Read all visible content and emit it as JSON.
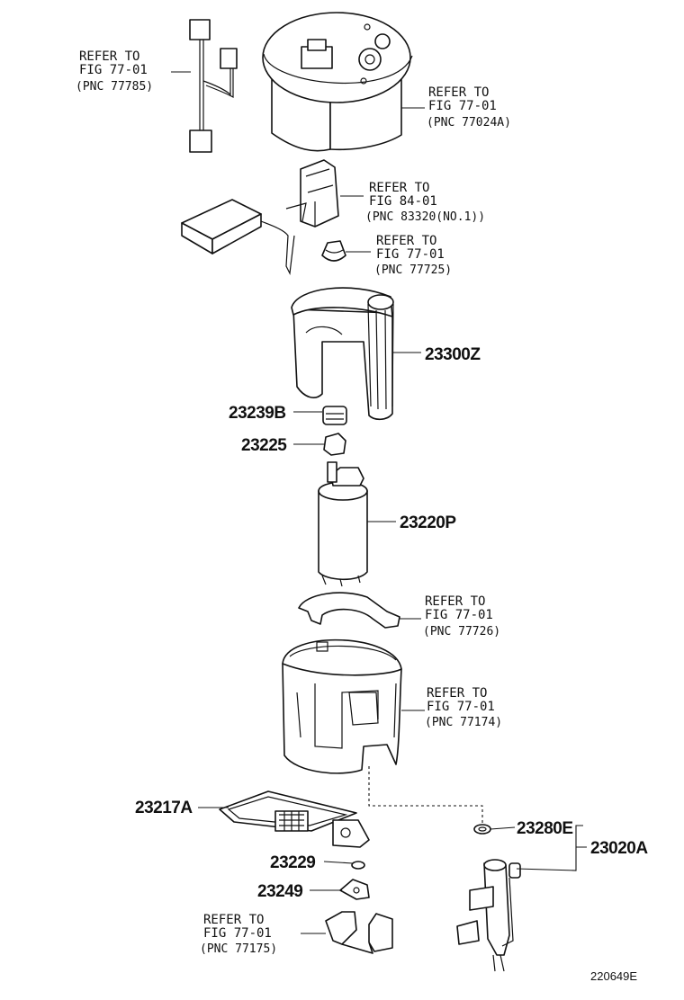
{
  "references": [
    {
      "line1": "REFER TO",
      "line2": "FIG 77-01",
      "pnc": "(PNC 77785)"
    },
    {
      "line1": "REFER TO",
      "line2": "FIG 77-01",
      "pnc": "(PNC 77024A)"
    },
    {
      "line1": "REFER TO",
      "line2": "FIG 84-01",
      "pnc": "(PNC 83320(NO.1))"
    },
    {
      "line1": "REFER TO",
      "line2": "FIG 77-01",
      "pnc": "(PNC 77725)"
    },
    {
      "line1": "REFER TO",
      "line2": "FIG 77-01",
      "pnc": "(PNC 77726)"
    },
    {
      "line1": "REFER TO",
      "line2": "FIG 77-01",
      "pnc": "(PNC 77174)"
    },
    {
      "line1": "REFER TO",
      "line2": "FIG 77-01",
      "pnc": "(PNC 77175)"
    }
  ],
  "part_numbers": [
    "23300Z",
    "23239B",
    "23225",
    "23220P",
    "23217A",
    "23229",
    "23249",
    "23280E",
    "23020A"
  ],
  "diagram_code": "220649E"
}
